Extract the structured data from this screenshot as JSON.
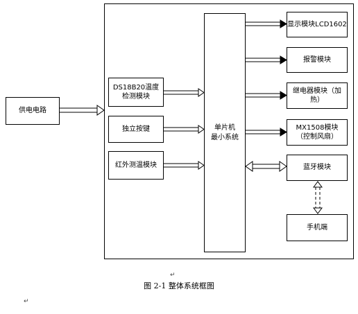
{
  "diagram": {
    "power_supply": "供电电路",
    "sensor_temp": "DS18B20温度\n检测模块",
    "key": "独立按键",
    "ir_temp": "红外测温模块",
    "mcu": "单片机\n最小系统",
    "display": "显示模块LCD1602",
    "alarm": "报警模块",
    "relay": "继电器模块（加\n热）",
    "motor": "MX1508模块\n（控制风扇）",
    "bluetooth": "蓝牙模块",
    "phone": "手机端"
  },
  "caption": "图 2-1 整体系统框图",
  "para_mark": "↵"
}
